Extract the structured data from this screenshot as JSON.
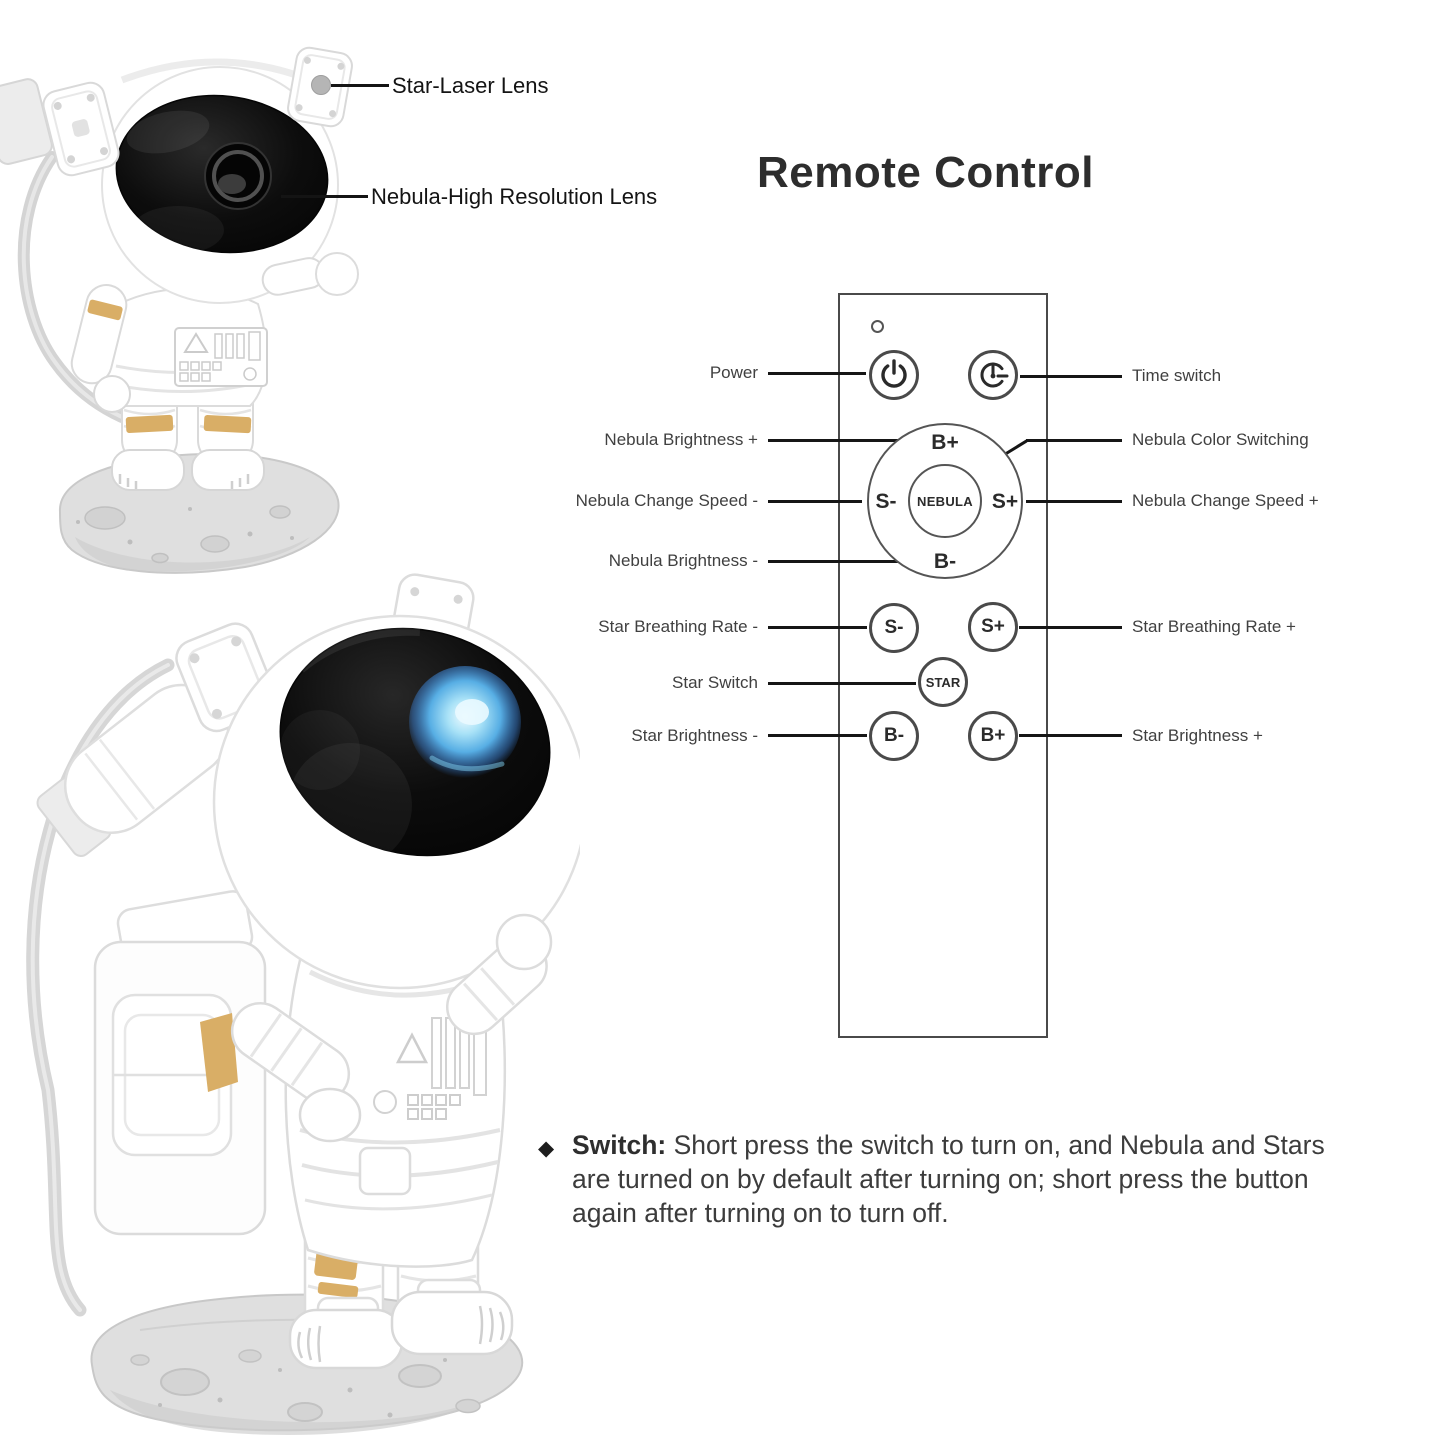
{
  "product": {
    "label_star_laser": "Star-Laser Lens",
    "label_nebula_lens": "Nebula-High Resolution Lens"
  },
  "remote": {
    "title": "Remote Control",
    "icons": {
      "power": "power-icon",
      "time_switch": "timer-clock-icon",
      "led": "ir-led-dot"
    },
    "dpad": {
      "up": "B+",
      "left": "S-",
      "center": "NEBULA",
      "right": "S+",
      "down": "B-"
    },
    "buttons": {
      "star_rate_minus": "S-",
      "star_rate_plus": "S+",
      "star_switch": "STAR",
      "star_bright_minus": "B-",
      "star_bright_plus": "B+"
    },
    "callouts_left": [
      {
        "label": "Power"
      },
      {
        "label": "Nebula Brightness +"
      },
      {
        "label": "Nebula Change Speed -"
      },
      {
        "label": "Nebula Brightness -"
      },
      {
        "label": "Star Breathing Rate -"
      },
      {
        "label": "Star Switch"
      },
      {
        "label": "Star Brightness -"
      }
    ],
    "callouts_right": [
      {
        "label": "Time switch"
      },
      {
        "label": "Nebula Color Switching"
      },
      {
        "label": "Nebula Change Speed +"
      },
      {
        "label": "Star Breathing Rate +"
      },
      {
        "label": "Star Brightness +"
      }
    ]
  },
  "note": {
    "bullet": "◆",
    "heading": "Switch:",
    "line1": "Short press the switch to turn on, and Nebula and Stars",
    "line2": "are turned on by default after turning on; short press the button",
    "line3": "again after turning on to turn off."
  },
  "colors": {
    "accent_gold": "#d9ae66",
    "visor_black": "#0d0d0d",
    "nebula_blue": "#57aee4",
    "moon_gray": "#dfdfdf",
    "line_black": "#161616",
    "text_gray": "#404040"
  }
}
